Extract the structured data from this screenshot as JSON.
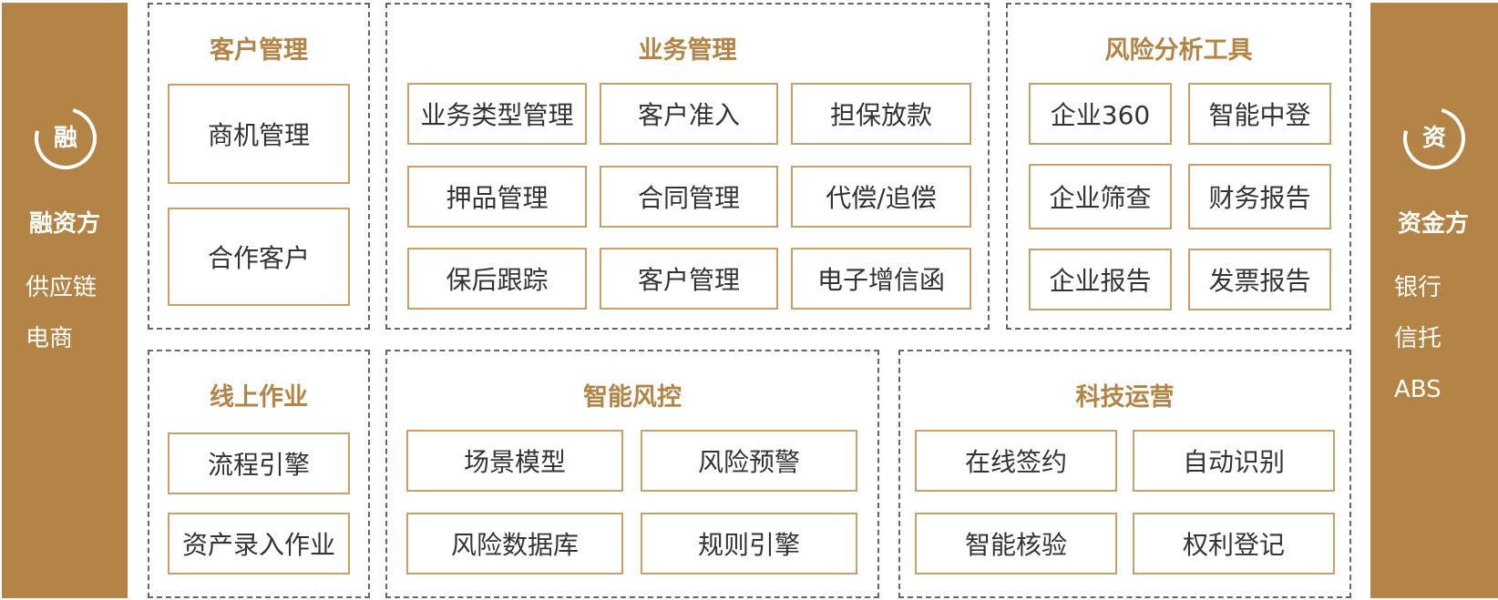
{
  "left_bar": {
    "icon_char": "融",
    "title": "融资方",
    "items": [
      "供应链",
      "电商"
    ]
  },
  "right_bar": {
    "icon_char": "资",
    "title": "资金方",
    "items": [
      "银行",
      "信托",
      "ABS"
    ]
  },
  "groups": {
    "customer": {
      "title": "客户管理",
      "items": [
        "商机管理",
        "合作客户"
      ]
    },
    "business": {
      "title": "业务管理",
      "items": [
        "业务类型管理",
        "客户准入",
        "担保放款",
        "押品管理",
        "合同管理",
        "代偿/追偿",
        "保后跟踪",
        "客户管理",
        "电子增信函"
      ]
    },
    "risk_tools": {
      "title": "风险分析工具",
      "items": [
        "企业360",
        "智能中登",
        "企业筛查",
        "财务报告",
        "企业报告",
        "发票报告"
      ]
    },
    "online": {
      "title": "线上作业",
      "items": [
        "流程引擎",
        "资产录入作业"
      ]
    },
    "risk_control": {
      "title": "智能风控",
      "items": [
        "场景模型",
        "风险预警",
        "风险数据库",
        "规则引擎"
      ]
    },
    "tech_ops": {
      "title": "科技运营",
      "items": [
        "在线签约",
        "自动识别",
        "智能核验",
        "权利登记"
      ]
    }
  },
  "colors": {
    "accent": "#b38446",
    "border": "#c9a06a"
  }
}
